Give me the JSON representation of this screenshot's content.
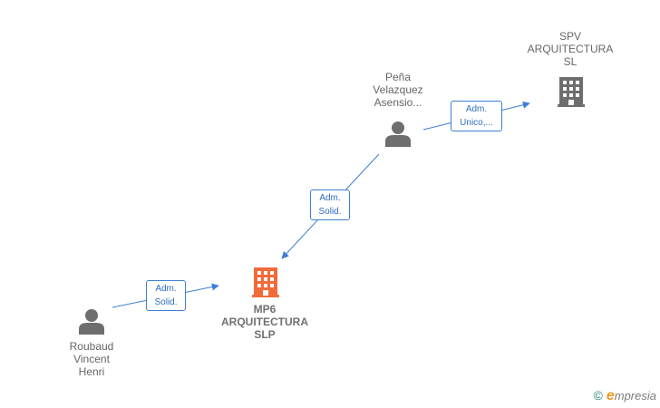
{
  "colors": {
    "edge": "#3b7fd4",
    "person_icon": "#6e6e6e",
    "company_icon": "#6e6e6e",
    "main_company_icon": "#f26b3a",
    "text": "#666666"
  },
  "nodes": {
    "spv": {
      "lines": [
        "SPV",
        "ARQUITECTURA",
        "SL"
      ],
      "icon": "building-icon"
    },
    "pena": {
      "lines": [
        "Peña",
        "Velazquez",
        "Asensio..."
      ],
      "icon": "person-icon"
    },
    "mp6": {
      "lines": [
        "MP6",
        "ARQUITECTURA",
        "SLP"
      ],
      "icon": "building-icon"
    },
    "roubaud": {
      "lines": [
        "Roubaud",
        "Vincent",
        "Henri"
      ],
      "icon": "person-icon"
    }
  },
  "edges": {
    "pena_spv": {
      "lines": [
        "Adm.",
        "Unico,..."
      ]
    },
    "pena_mp6": {
      "lines": [
        "Adm.",
        "Solid."
      ]
    },
    "roubaud_mp6": {
      "lines": [
        "Adm.",
        "Solid."
      ]
    }
  },
  "footer": {
    "copyright_symbol": "©",
    "brand_initial": "e",
    "brand_rest": "mpresia"
  }
}
